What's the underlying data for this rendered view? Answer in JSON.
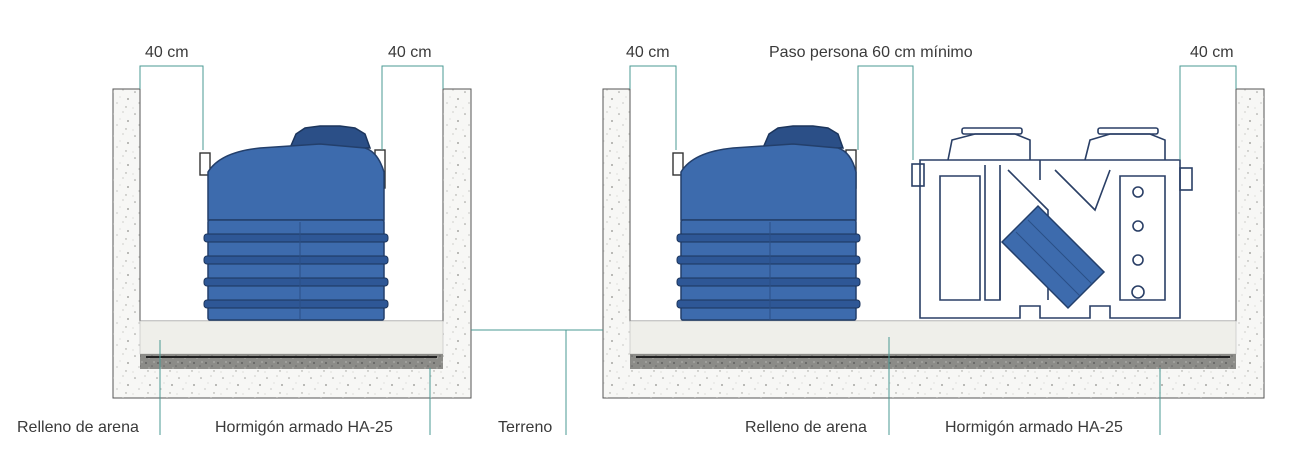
{
  "dimensions": {
    "left_clearance_1": "40 cm",
    "right_clearance_1": "40 cm",
    "left_clearance_2": "40 cm",
    "person_passage": "Paso persona 60 cm mínimo",
    "right_clearance_2": "40 cm"
  },
  "labels": {
    "sand_fill_1": "Relleno de arena",
    "concrete_1": "Hormigón armado HA-25",
    "terrain": "Terreno",
    "sand_fill_2": "Relleno de arena",
    "concrete_2": "Hormigón armado HA-25"
  },
  "colors": {
    "tank_blue": "#3d6bad",
    "tank_dark": "#2a4f86",
    "leader_line": "#4a9a93",
    "concrete_fill": "#f7f7f5",
    "sand_fill": "#efefea",
    "base_slab": "#8a8a86",
    "outline": "#444444"
  }
}
